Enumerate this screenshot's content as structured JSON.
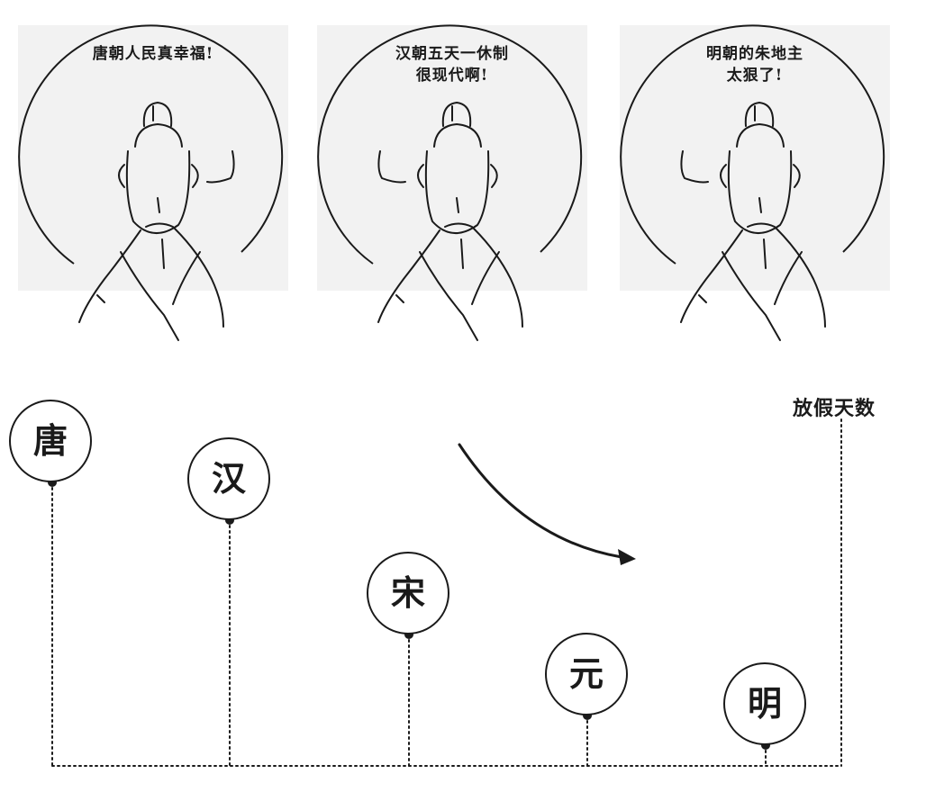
{
  "panels": [
    {
      "speech_line1": "唐朝人民真幸福!",
      "speech_line2": ""
    },
    {
      "speech_line1": "汉朝五天一休制",
      "speech_line2": "很现代啊!"
    },
    {
      "speech_line1": "明朝的朱地主",
      "speech_line2": "太狠了!"
    }
  ],
  "chart": {
    "axis_label": "放假天数",
    "dynasties": [
      "唐",
      "汉",
      "宋",
      "元",
      "明"
    ],
    "trend": "decreasing",
    "arrow_direction": "down-right"
  },
  "colors": {
    "ink": "#1a1a1a",
    "background": "#ffffff"
  },
  "icons": {
    "figure": "scholar-portrait-icon",
    "trend": "curved-arrow-icon"
  }
}
